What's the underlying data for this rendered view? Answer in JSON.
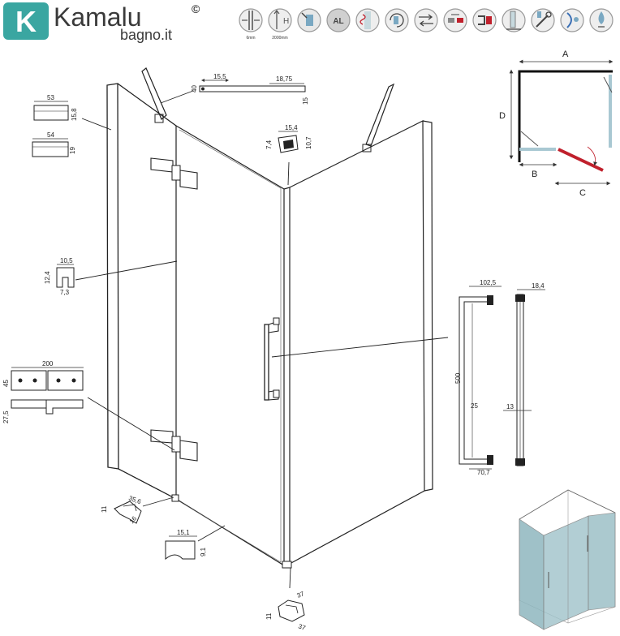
{
  "brand": {
    "logo_letter": "K",
    "name": "Kamalu",
    "copyright": "©",
    "domain": "bagno.it",
    "logo_color": "#3aa6a1"
  },
  "feature_icons": {
    "thickness": {
      "icon": "glass-thickness-icon",
      "caption": "6mm"
    },
    "height": {
      "icon": "height-icon",
      "caption": "2000mm",
      "letter": "H"
    },
    "items": [
      {
        "icon": "door-hinge-icon"
      },
      {
        "icon": "aluminium-icon",
        "label": "AL"
      },
      {
        "icon": "anti-limescale-icon"
      },
      {
        "icon": "reversible-icon"
      },
      {
        "icon": "opening-direction-icon"
      },
      {
        "icon": "adjustable-width-icon"
      },
      {
        "icon": "magnetic-closure-icon"
      },
      {
        "icon": "wall-profile-icon"
      },
      {
        "icon": "installation-tool-icon"
      },
      {
        "icon": "easy-clean-icon"
      },
      {
        "icon": "water-drop-icon"
      },
      {
        "icon": "drain-position-icon"
      }
    ]
  },
  "dimensions": {
    "top_bar": {
      "a": "15,5",
      "b": "18,75",
      "c": "40",
      "d": "15"
    },
    "profile_top": {
      "width": "53",
      "height": "15,8"
    },
    "profile_bottom": {
      "width": "54",
      "height": "19"
    },
    "magnet": {
      "width": "15,4",
      "height_left": "7,4",
      "height_right": "10,7"
    },
    "seal": {
      "width": "10,5",
      "height": "12,4",
      "bottom": "7,3"
    },
    "hinge_plate": {
      "width": "200",
      "height": "45",
      "depth": "27,5"
    },
    "corner_connector": {
      "a": "35,6",
      "b": "11",
      "c": "16"
    },
    "sweep": {
      "width": "15,1",
      "height": "9,1"
    },
    "corner_bottom": {
      "a": "37",
      "b": "11",
      "c": "37"
    },
    "handle": {
      "top": "102,5",
      "side": "18,4",
      "height": "500",
      "diameter": "25",
      "depth": "13",
      "bottom": "70,7"
    }
  },
  "layout_plan": {
    "labels": {
      "a": "A",
      "b": "B",
      "c": "C",
      "d": "D"
    },
    "wall_color": "#111111",
    "glass_color": "#a9c8d2",
    "door_color": "#c0202c",
    "swing_color": "#c0202c"
  },
  "preview": {
    "glass_color": "#8fb7bf"
  }
}
